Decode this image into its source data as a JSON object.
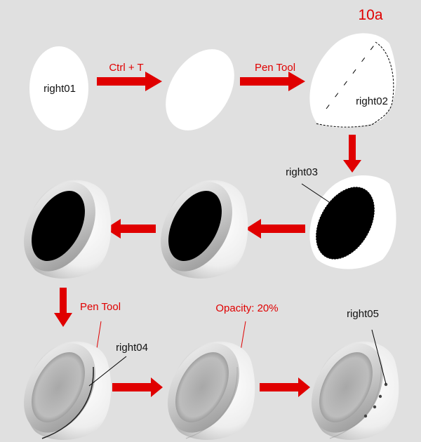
{
  "title": "10a",
  "colors": {
    "background": "#e0e0e0",
    "accent": "#e00000"
  },
  "steps": {
    "right01": "right01",
    "ctrl_t": "Ctrl + T",
    "pen_tool_1": "Pen Tool",
    "right02": "right02",
    "right03": "right03",
    "pen_tool_2": "Pen Tool",
    "right04": "right04",
    "opacity": "Opacity: 20%",
    "right05": "right05"
  }
}
